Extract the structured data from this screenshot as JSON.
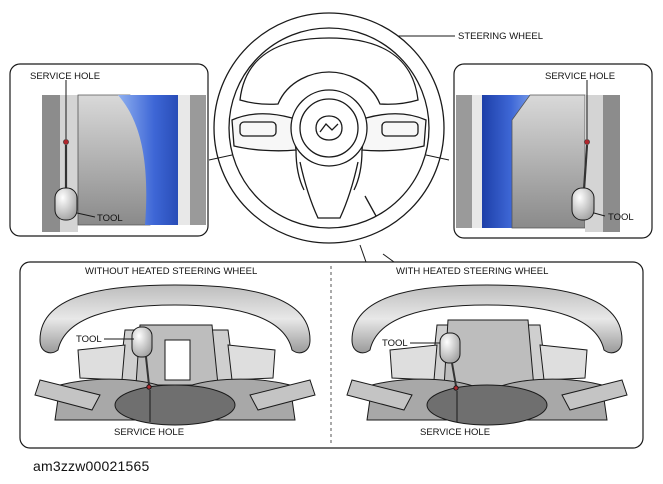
{
  "labels": {
    "steering_wheel": "STEERING WHEEL",
    "service_hole_left": "SERVICE HOLE",
    "tool_left": "TOOL",
    "service_hole_right": "SERVICE HOLE",
    "tool_right": "TOOL",
    "without_heated": "WITHOUT HEATED STEERING WHEEL",
    "with_heated": "WITH HEATED STEERING WHEEL",
    "tool_bottom_left": "TOOL",
    "service_hole_bottom_left": "SERVICE HOLE",
    "tool_bottom_right": "TOOL",
    "service_hole_bottom_right": "SERVICE HOLE"
  },
  "figure_code": "am3zzw00021565",
  "colors": {
    "line": "#1a1a1a",
    "shade": "#c8c8c8",
    "dark_shade": "#7a7a7a",
    "blue": "#2a53c4",
    "light_blue": "#7fa3ec",
    "red_mark": "#b0272d"
  }
}
